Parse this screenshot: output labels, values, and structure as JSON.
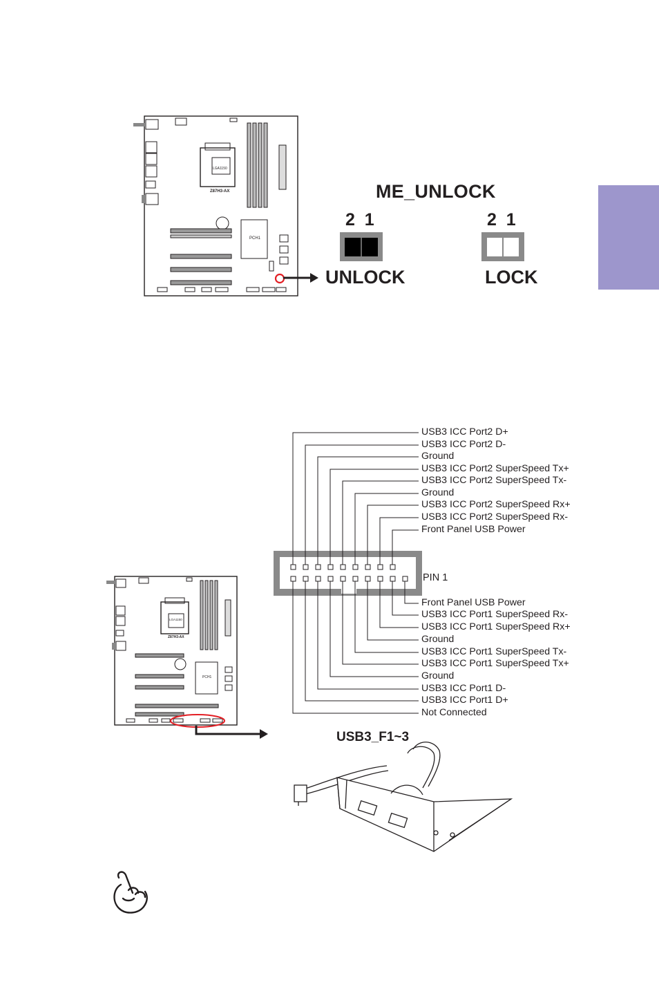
{
  "me_unlock": {
    "title": "ME_UNLOCK",
    "pin_label_unlock": "2  1",
    "pin_label_lock": "2  1",
    "unlock_label": "UNLOCK",
    "lock_label": "LOCK"
  },
  "motherboard": {
    "model": "Z87H3-AX",
    "socket": "LGA1150",
    "chipset": "PCH1"
  },
  "usb3_header": {
    "title": "USB3_F1~3",
    "pin1_label": "PIN 1",
    "top_row_labels": [
      "USB3 ICC Port2 D+",
      "USB3 ICC Port2 D-",
      "Ground",
      "USB3 ICC Port2 SuperSpeed Tx+",
      "USB3 ICC Port2 SuperSpeed Tx-",
      "Ground",
      "USB3 ICC Port2 SuperSpeed Rx+",
      "USB3 ICC Port2 SuperSpeed Rx-",
      "Front Panel USB Power"
    ],
    "bottom_row_labels": [
      "Front Panel USB Power",
      "USB3 ICC Port1 SuperSpeed Rx-",
      "USB3 ICC Port1 SuperSpeed Rx+",
      "Ground",
      "USB3 ICC Port1 SuperSpeed Tx-",
      "USB3 ICC Port1 SuperSpeed Tx+",
      "Ground",
      "USB3 ICC Port1 D-",
      "USB3 ICC Port1 D+",
      "Not Connected"
    ]
  },
  "colors": {
    "side_tab": "#9d96cc",
    "highlight": "#e31e24",
    "connector_frame": "#8a8a8a"
  },
  "icons": {
    "note": "pointing-hand-icon"
  }
}
